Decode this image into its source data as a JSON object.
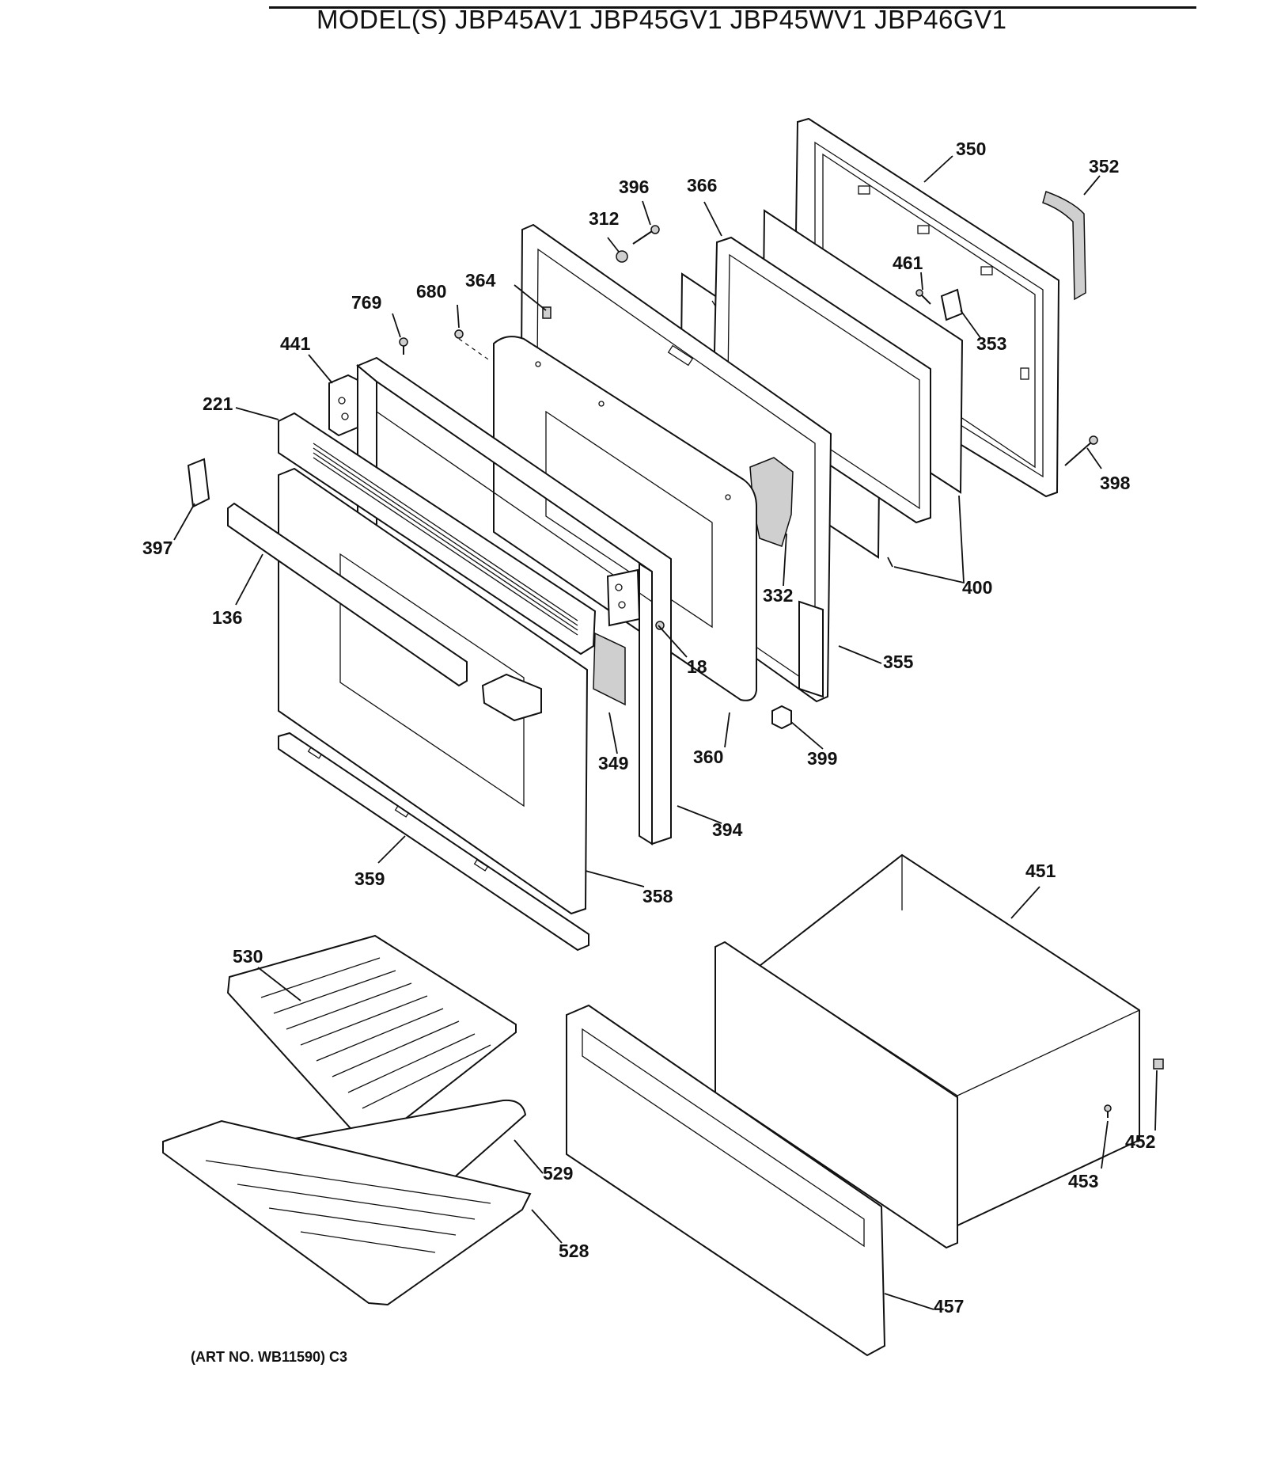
{
  "header": {
    "model_title": "MODEL(S) JBP45AV1   JBP45GV1   JBP45WV1   JBP46GV1"
  },
  "footer": {
    "art_number": "(ART NO. WB11590) C3"
  },
  "callouts": {
    "p350": "350",
    "p352": "352",
    "p396": "396",
    "p366": "366",
    "p312": "312",
    "p461": "461",
    "p364": "364",
    "p680": "680",
    "p769": "769",
    "p353": "353",
    "p441": "441",
    "p221": "221",
    "p398": "398",
    "p397": "397",
    "p332": "332",
    "p400": "400",
    "p136": "136",
    "p18": "18",
    "p355": "355",
    "p349": "349",
    "p360": "360",
    "p399": "399",
    "p394": "394",
    "p359": "359",
    "p358": "358",
    "p451": "451",
    "p530": "530",
    "p452": "452",
    "p529": "529",
    "p453": "453",
    "p528": "528",
    "p457": "457"
  }
}
